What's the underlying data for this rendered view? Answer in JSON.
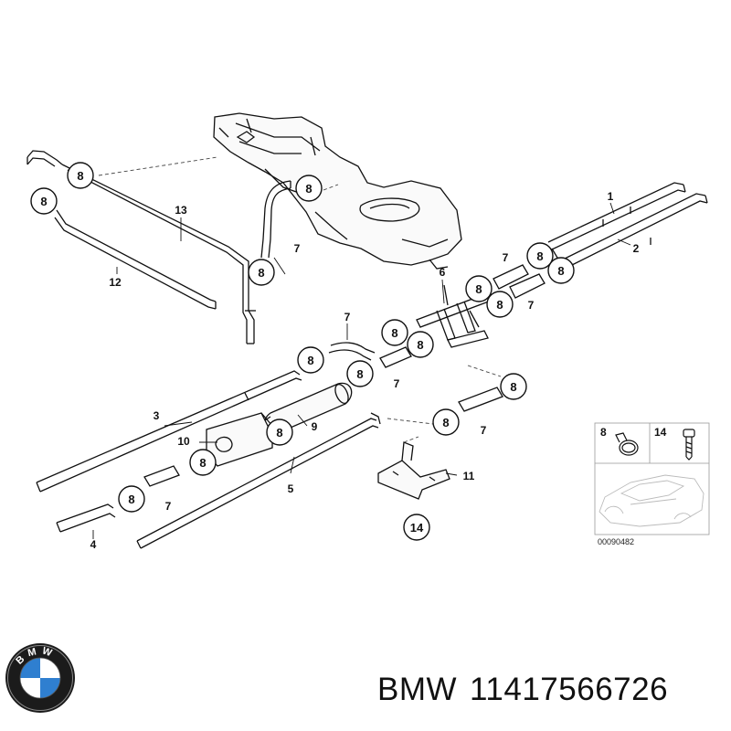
{
  "callouts": [
    {
      "id": "c8a",
      "label": "8"
    },
    {
      "id": "c8b",
      "label": "8"
    },
    {
      "id": "c8c",
      "label": "8"
    },
    {
      "id": "c8d",
      "label": "8"
    },
    {
      "id": "c8e",
      "label": "8"
    },
    {
      "id": "c8f",
      "label": "8"
    },
    {
      "id": "c8g",
      "label": "8"
    },
    {
      "id": "c8h",
      "label": "8"
    },
    {
      "id": "c8i",
      "label": "8"
    },
    {
      "id": "c8j",
      "label": "8"
    },
    {
      "id": "c8k",
      "label": "8"
    },
    {
      "id": "c8l",
      "label": "8"
    },
    {
      "id": "c8m",
      "label": "8"
    },
    {
      "id": "c8n",
      "label": "8"
    },
    {
      "id": "c8o",
      "label": "8"
    },
    {
      "id": "c8p",
      "label": "8"
    },
    {
      "id": "c8q",
      "label": "8"
    },
    {
      "id": "c14",
      "label": "14"
    }
  ],
  "labels": [
    {
      "id": "l1",
      "text": "1"
    },
    {
      "id": "l2",
      "text": "2"
    },
    {
      "id": "l3",
      "text": "3"
    },
    {
      "id": "l4",
      "text": "4"
    },
    {
      "id": "l5",
      "text": "5"
    },
    {
      "id": "l6",
      "text": "6"
    },
    {
      "id": "l7a",
      "text": "7"
    },
    {
      "id": "l7b",
      "text": "7"
    },
    {
      "id": "l7c",
      "text": "7"
    },
    {
      "id": "l7d",
      "text": "7"
    },
    {
      "id": "l7e",
      "text": "7"
    },
    {
      "id": "l7f",
      "text": "7"
    },
    {
      "id": "l7g",
      "text": "7"
    },
    {
      "id": "l9",
      "text": "9"
    },
    {
      "id": "l10",
      "text": "10"
    },
    {
      "id": "l11",
      "text": "11"
    },
    {
      "id": "l12",
      "text": "12"
    },
    {
      "id": "l13",
      "text": "13"
    }
  ],
  "inset": {
    "label_left": "8",
    "label_right": "14",
    "image_ref": "00090482"
  },
  "footer": {
    "brand": "BMW",
    "part_number": "11417566726",
    "logo_letters": [
      "B",
      "M",
      "W"
    ]
  }
}
